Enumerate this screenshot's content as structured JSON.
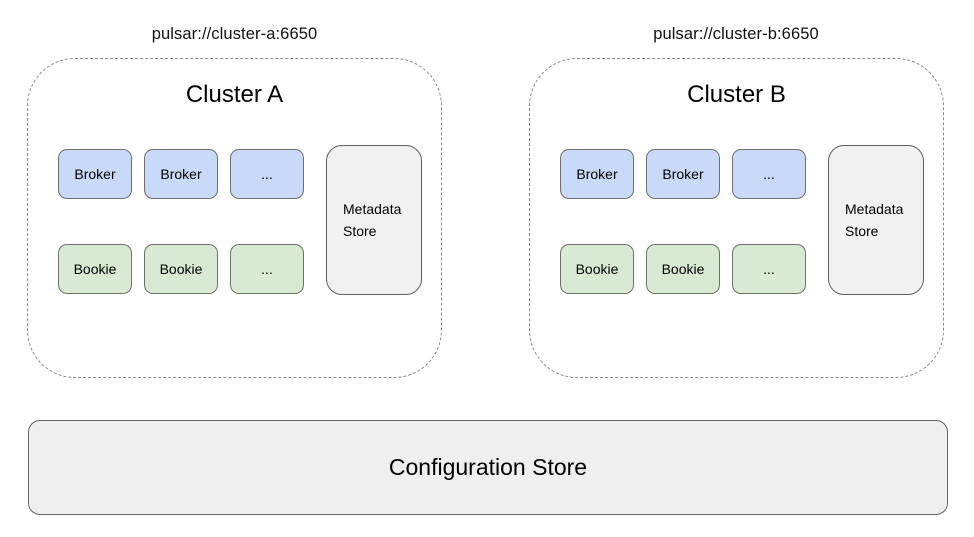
{
  "diagram": {
    "clusters": [
      {
        "url": "pulsar://cluster-a:6650",
        "title": "Cluster A",
        "brokers": [
          "Broker",
          "Broker",
          "..."
        ],
        "bookies": [
          "Bookie",
          "Bookie",
          "..."
        ],
        "metadata_store_label": "Metadata Store"
      },
      {
        "url": "pulsar://cluster-b:6650",
        "title": "Cluster B",
        "brokers": [
          "Broker",
          "Broker",
          "..."
        ],
        "bookies": [
          "Bookie",
          "Bookie",
          "..."
        ],
        "metadata_store_label": "Metadata Store"
      }
    ],
    "configuration_store_label": "Configuration Store",
    "colors": {
      "broker_fill": "#c9daf8",
      "bookie_fill": "#d9ead3",
      "store_fill": "#f0f0f0",
      "node_border": "#6f6f6f",
      "cluster_dash_border": "#8a8a8a",
      "background": "#ffffff",
      "text": "#000000"
    }
  }
}
